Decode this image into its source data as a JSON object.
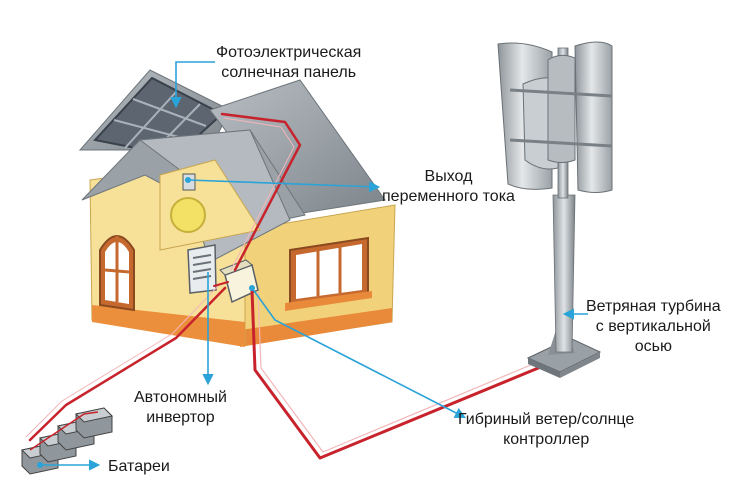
{
  "diagram": {
    "labels": {
      "solar_panel": [
        "Фотоэлектрическая",
        "солнечная панель"
      ],
      "ac_output": [
        "Выход",
        "переменного тока"
      ],
      "wind_turbine": [
        "Ветряная турбина",
        "с вертикальной",
        "осью"
      ],
      "inverter": [
        "Автономный",
        "инвертор"
      ],
      "hybrid_controller": [
        "Гибриный ветер/солнце",
        "контроллер"
      ],
      "batteries": [
        "Батареи"
      ]
    },
    "colors": {
      "leader_line": "#2aa3d8",
      "cable_red": "#c8232c",
      "wall": "#f5dc8c",
      "roof": "#8f969c",
      "panel": "#5d6670",
      "turbine": "#a9afb4",
      "trim": "#e98a3a"
    }
  }
}
